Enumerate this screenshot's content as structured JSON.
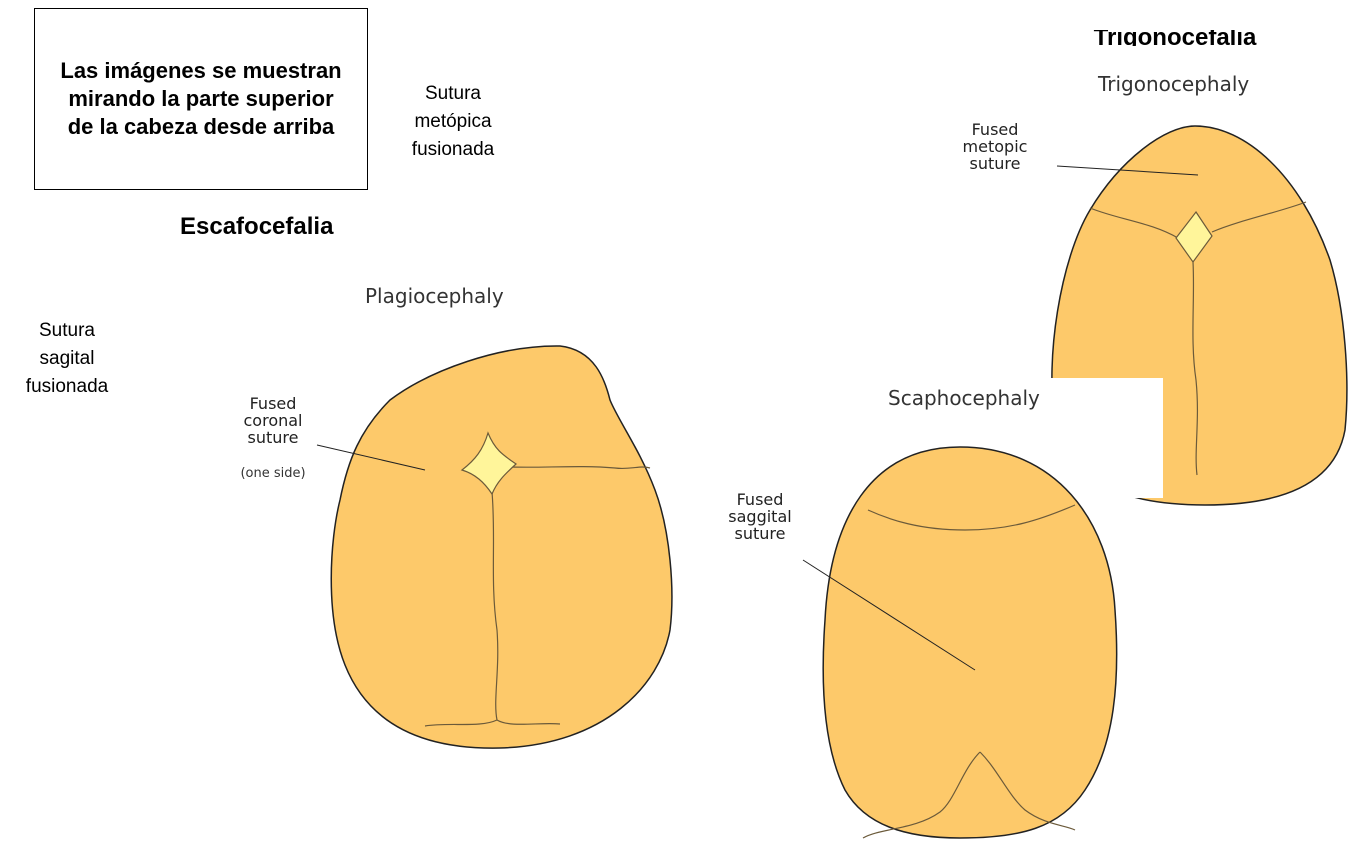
{
  "note": "Las imágenes se muestran mirando la parte superior de la cabeza desde arriba",
  "spanish_labels": {
    "metopic": [
      "Sutura",
      "metópica",
      "fusionada"
    ],
    "sagittal": [
      "Sutura",
      "sagital",
      "fusionada"
    ]
  },
  "spanish_titles": {
    "trigonocephaly": "Trigonocefalia",
    "scaphocephaly": "Escafocefalia"
  },
  "figures": {
    "plagiocephaly": {
      "title": "Plagiocephaly",
      "label": [
        "Fused",
        "coronal",
        "suture"
      ],
      "sublabel": "(one side)"
    },
    "trigonocephaly": {
      "title": "Trigonocephaly",
      "label": [
        "Fused",
        "metopic",
        "suture"
      ]
    },
    "scaphocephaly": {
      "title": "Scaphocephaly",
      "label": [
        "Fused",
        "saggital",
        "suture"
      ]
    }
  },
  "colors": {
    "skull_fill": "#FDC96A",
    "fontanelle_fill": "#FFF59A",
    "suture_line": "#6b5a3a",
    "outline": "#222222"
  }
}
